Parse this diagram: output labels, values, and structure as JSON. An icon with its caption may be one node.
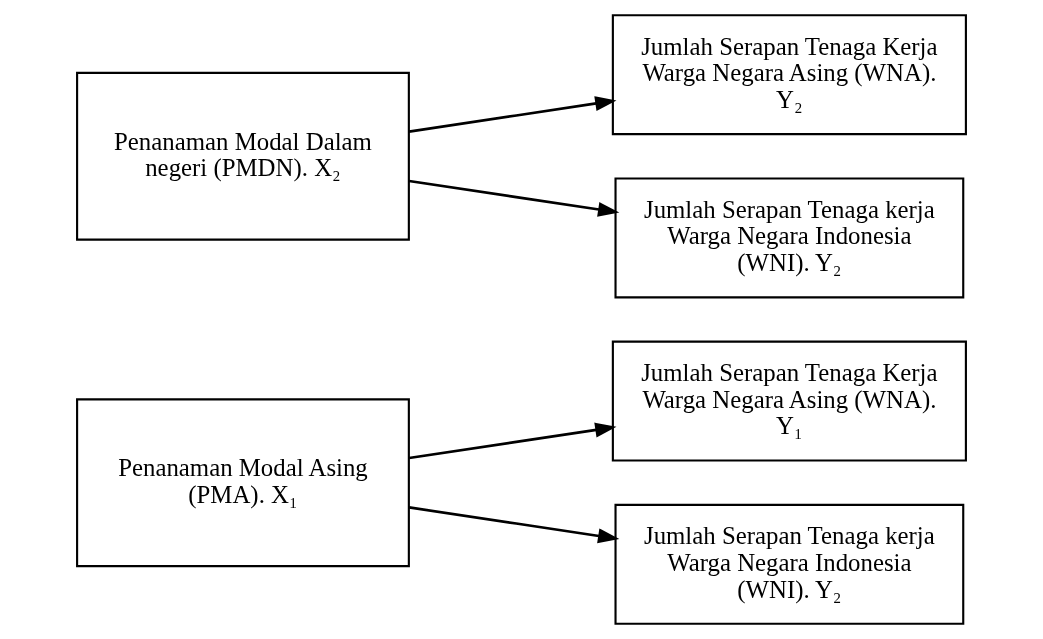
{
  "diagram": {
    "nodes": [
      {
        "text": [
          "Penanaman Modal Asing (PMA). X₁"
        ]
      },
      {
        "text": [
          "Jumlah Serapan Tenaga Kerja Warga Negara Asing (WNA). Y₁"
        ]
      },
      {
        "text": [
          "Jumlah Serapan Tenaga kerja Warga Negara Indonesia (WNI). Y₂"
        ]
      },
      {
        "text": [
          "Penanaman Modal Dalam negeri (PMDN). X₂"
        ]
      },
      {
        "text": [
          "Jumlah Serapan Tenaga Kerja Warga Negara Asing (WNA). Y₂"
        ]
      },
      {
        "text": [
          "Jumlah Serapan Tenaga kerja Warga Negara Indonesia (WNI). Y₂"
        ]
      }
    ],
    "edges": [
      {
        "from": 0,
        "to": 1,
        "arrow": "to"
      },
      {
        "from": 0,
        "to": 2,
        "arrow": "to"
      },
      {
        "from": 3,
        "to": 4,
        "arrow": "to"
      },
      {
        "from": 3,
        "to": 5,
        "arrow": "to"
      }
    ]
  }
}
